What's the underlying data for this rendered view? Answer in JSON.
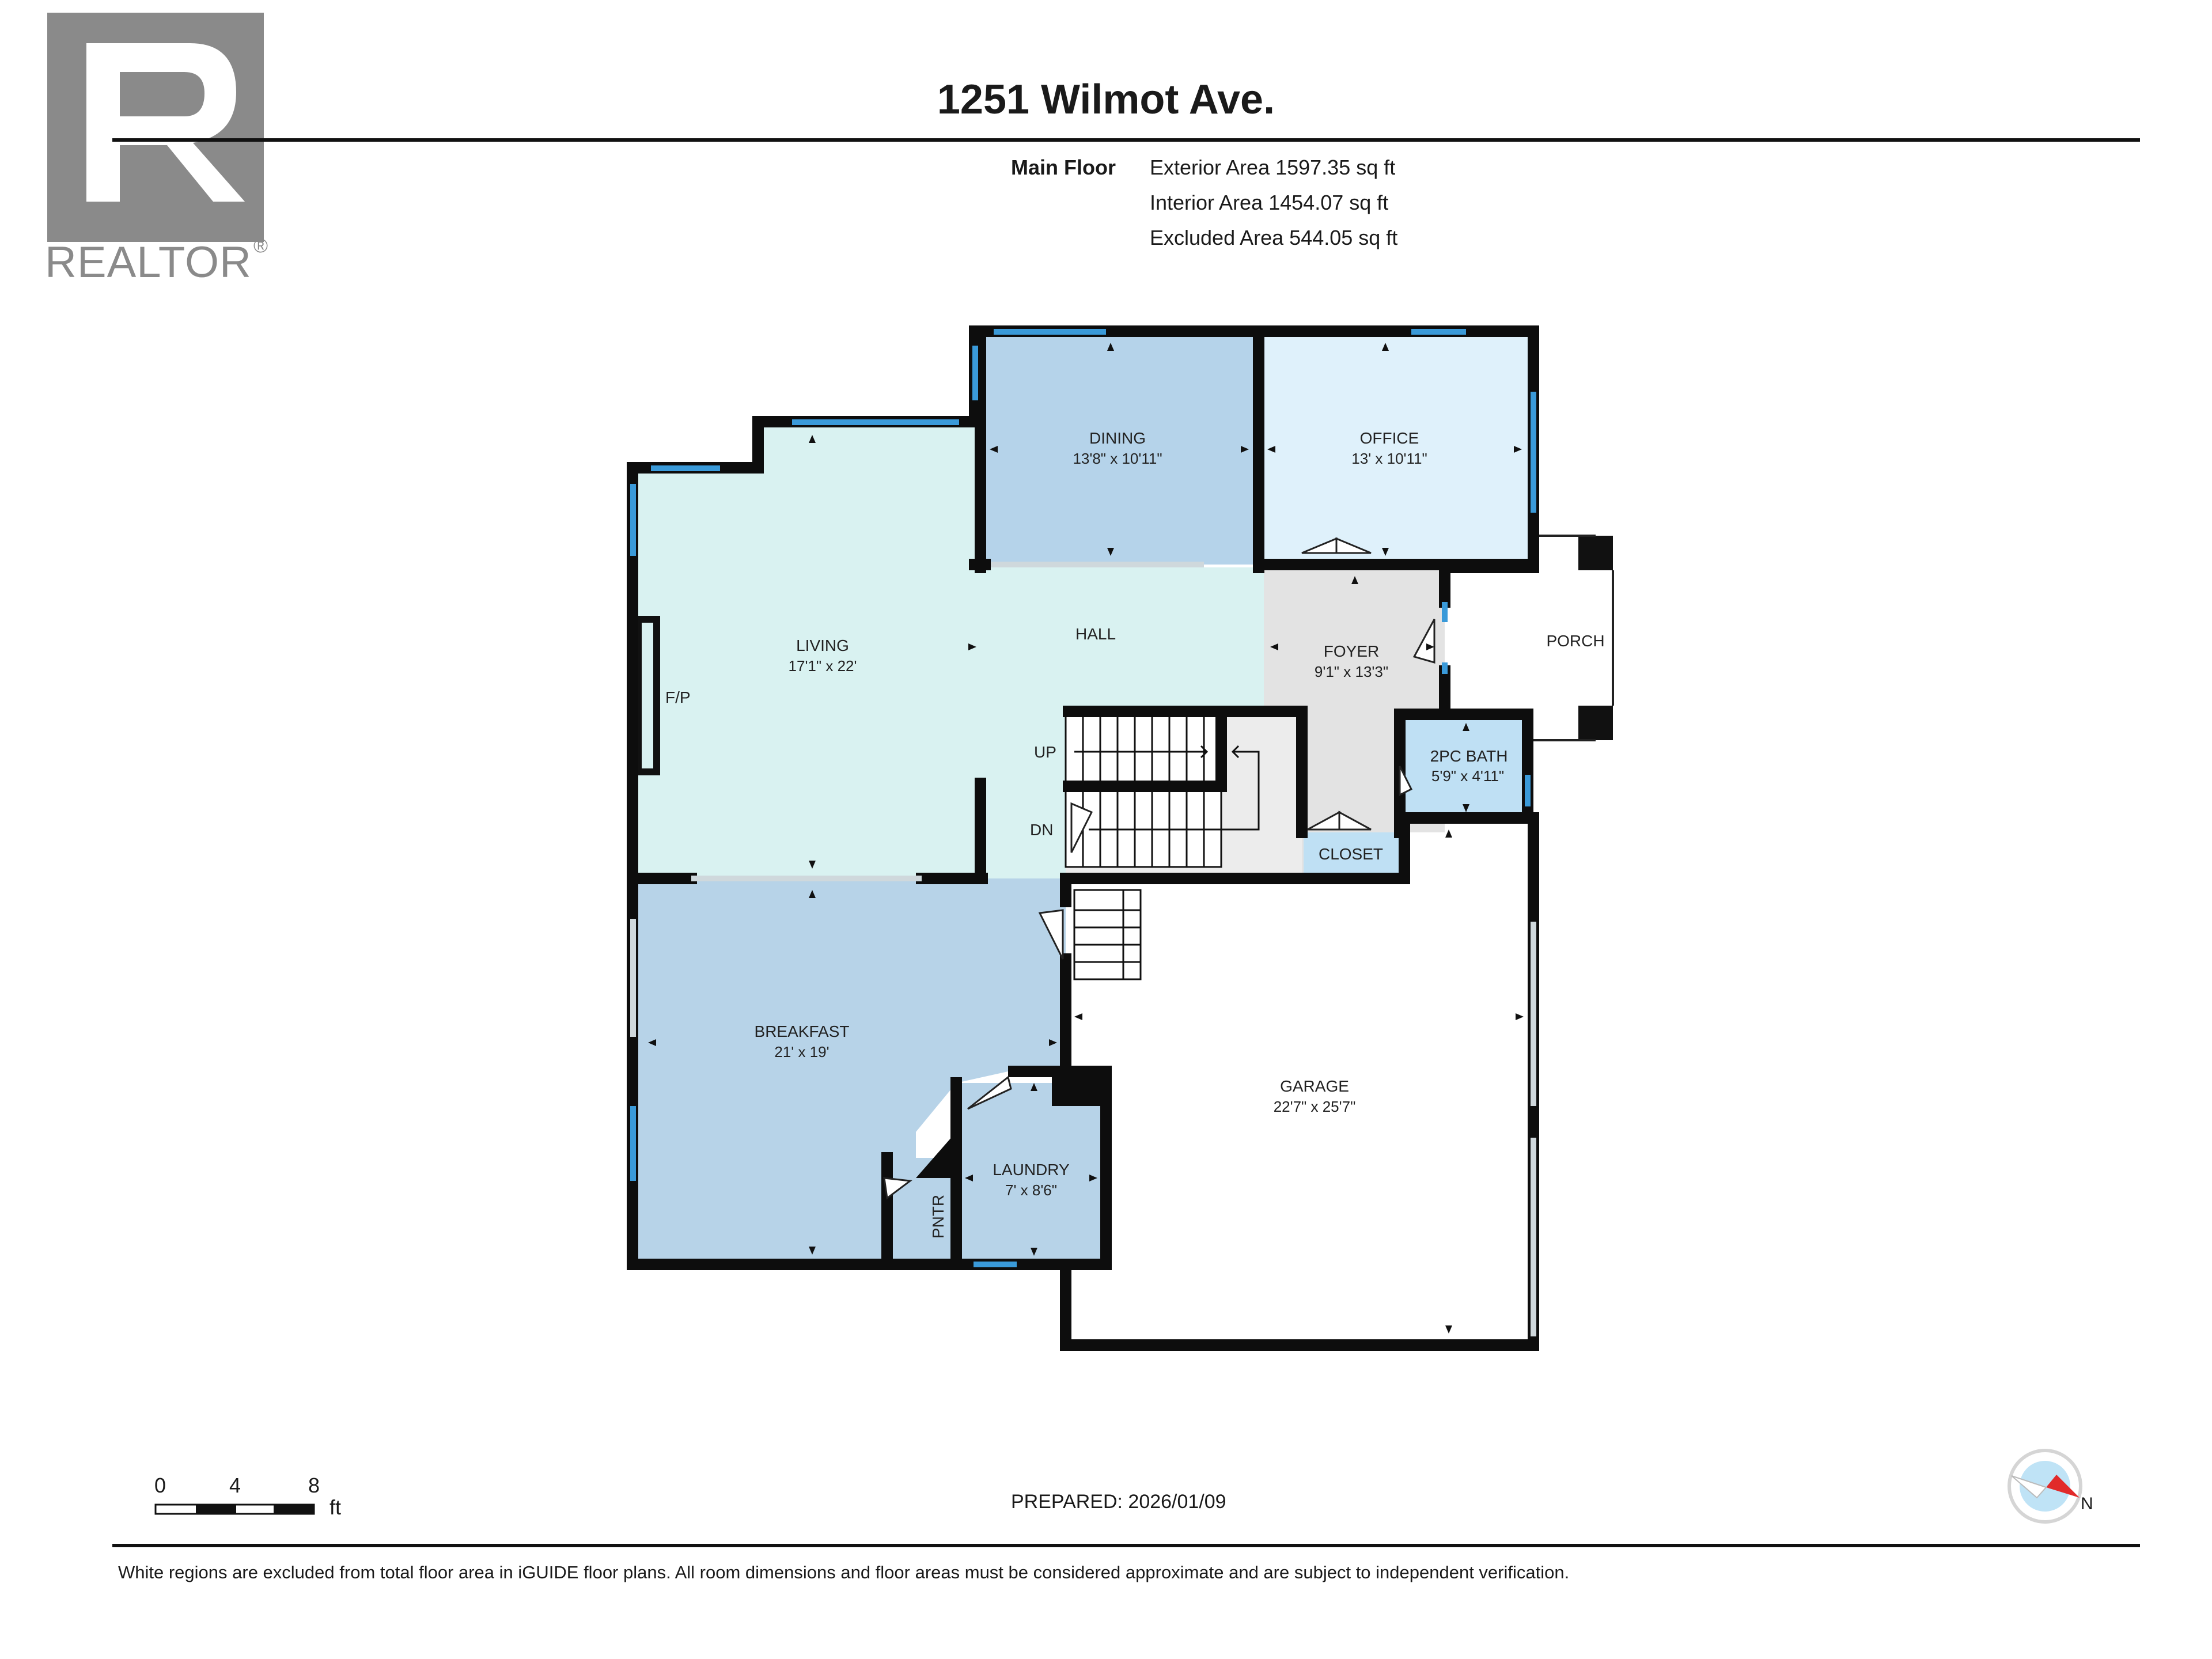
{
  "brand": {
    "name": "REALTOR",
    "registered_mark": "®",
    "logo_letter": "R"
  },
  "header": {
    "title": "1251 Wilmot Ave.",
    "floor_label": "Main Floor",
    "areas": [
      "Exterior Area 1597.35 sq ft",
      "Interior Area 1454.07 sq ft",
      "Excluded Area 544.05 sq ft"
    ]
  },
  "rooms": {
    "dining": {
      "name": "DINING",
      "dims": "13'8\" x 10'11\""
    },
    "office": {
      "name": "OFFICE",
      "dims": "13' x 10'11\""
    },
    "living": {
      "name": "LIVING",
      "dims": "17'1\" x 22'"
    },
    "hall": {
      "name": "HALL"
    },
    "foyer": {
      "name": "FOYER",
      "dims": "9'1\" x 13'3\""
    },
    "porch": {
      "name": "PORCH"
    },
    "bath": {
      "name": "2PC BATH",
      "dims": "5'9\" x 4'11\""
    },
    "closet": {
      "name": "CLOSET"
    },
    "breakfast": {
      "name": "BREAKFAST",
      "dims": "21' x 19'"
    },
    "laundry": {
      "name": "LAUNDRY",
      "dims": "7' x 8'6\""
    },
    "pantry": {
      "name": "PNTR"
    },
    "garage": {
      "name": "GARAGE",
      "dims": "22'7\" x 25'7\""
    }
  },
  "labels": {
    "fireplace": "F/P",
    "stairs_up": "UP",
    "stairs_down": "DN"
  },
  "scale": {
    "ticks": [
      "0",
      "4",
      "8"
    ],
    "unit": "ft"
  },
  "compass": {
    "direction": "N"
  },
  "footer": {
    "prepared": "PREPARED: 2026/01/09",
    "disclaimer": "White regions are excluded from total floor area in iGUIDE floor plans. All room dimensions and floor areas must be considered approximate and are subject to independent verification."
  },
  "colors": {
    "wall": "#0d0d0d",
    "window": "#3a9ad9",
    "dining": "#b5d3ea",
    "office": "#dff1fb",
    "living": "#d9f2f1",
    "foyer": "#e3e3e3",
    "bath": "#bfe0f4",
    "breakfast": "#b7d3e8",
    "laundry": "#b7d3e8",
    "garage": "#ffffff",
    "logo": "#8a8a8a"
  }
}
